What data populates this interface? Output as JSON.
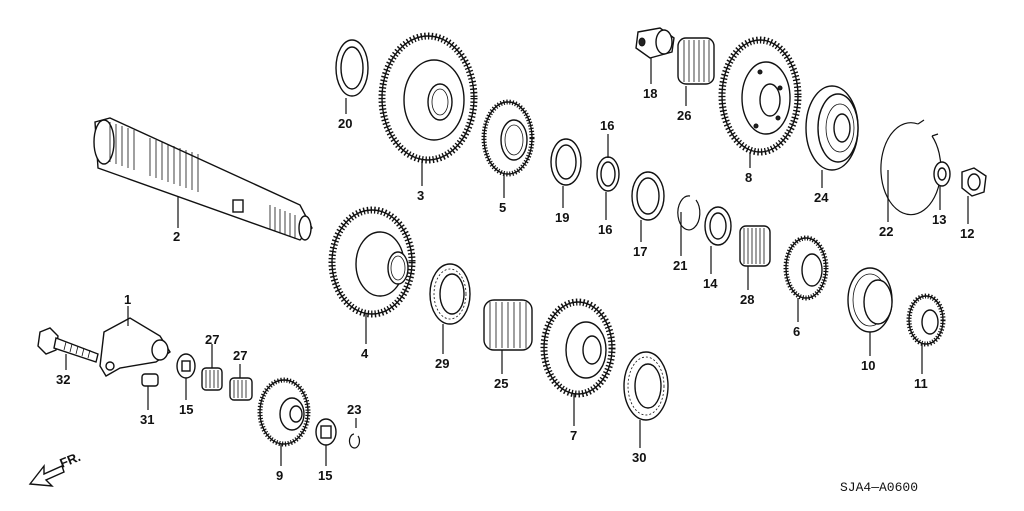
{
  "diagram_code": "SJA4—A0600",
  "direction_label": "FR.",
  "callouts": {
    "c1": "1",
    "c2": "2",
    "c3": "3",
    "c4": "4",
    "c5": "5",
    "c6": "6",
    "c7": "7",
    "c8": "8",
    "c9": "9",
    "c10": "10",
    "c11": "11",
    "c12": "12",
    "c13": "13",
    "c14": "14",
    "c15a": "15",
    "c15b": "15",
    "c16a": "16",
    "c16b": "16",
    "c17": "17",
    "c18": "18",
    "c19": "19",
    "c20": "20",
    "c21": "21",
    "c22": "22",
    "c23": "23",
    "c24": "24",
    "c25": "25",
    "c26": "26",
    "c27a": "27",
    "c27b": "27",
    "c28": "28",
    "c29": "29",
    "c30": "30",
    "c31": "31",
    "c32": "32"
  }
}
